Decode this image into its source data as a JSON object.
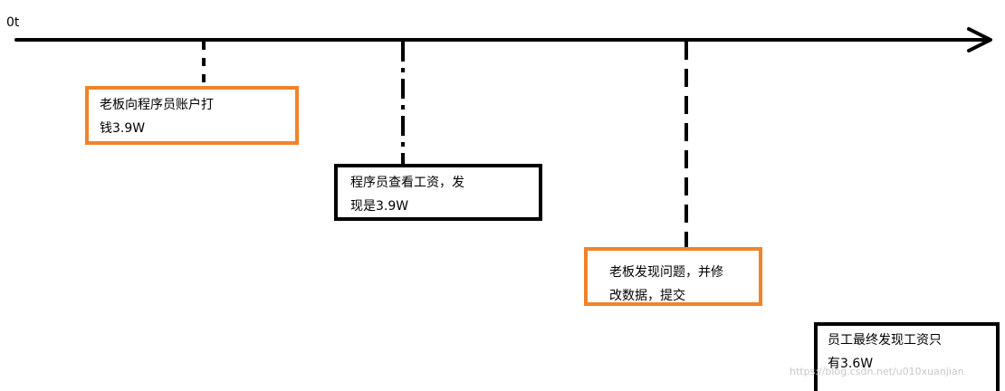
{
  "timeline": {
    "start_label": "0t"
  },
  "events": [
    {
      "id": "boss-transfer",
      "lines": [
        "老板向程序员账户打",
        "钱3.9W"
      ],
      "border_color": "#f0832a"
    },
    {
      "id": "programmer-check",
      "lines": [
        "程序员查看工资，发",
        "现是3.9W"
      ],
      "border_color": "#000000"
    },
    {
      "id": "boss-fix",
      "lines": [
        "老板发现问题，并修",
        "改数据，提交"
      ],
      "border_color": "#f0832a"
    },
    {
      "id": "employee-final",
      "lines": [
        "员工最终发现工资只",
        "有3.6W"
      ],
      "border_color": "#000000"
    }
  ],
  "watermark": "https://blog.csdn.net/u010xuanjian",
  "colors": {
    "highlight": "#f0832a",
    "line": "#000000"
  }
}
